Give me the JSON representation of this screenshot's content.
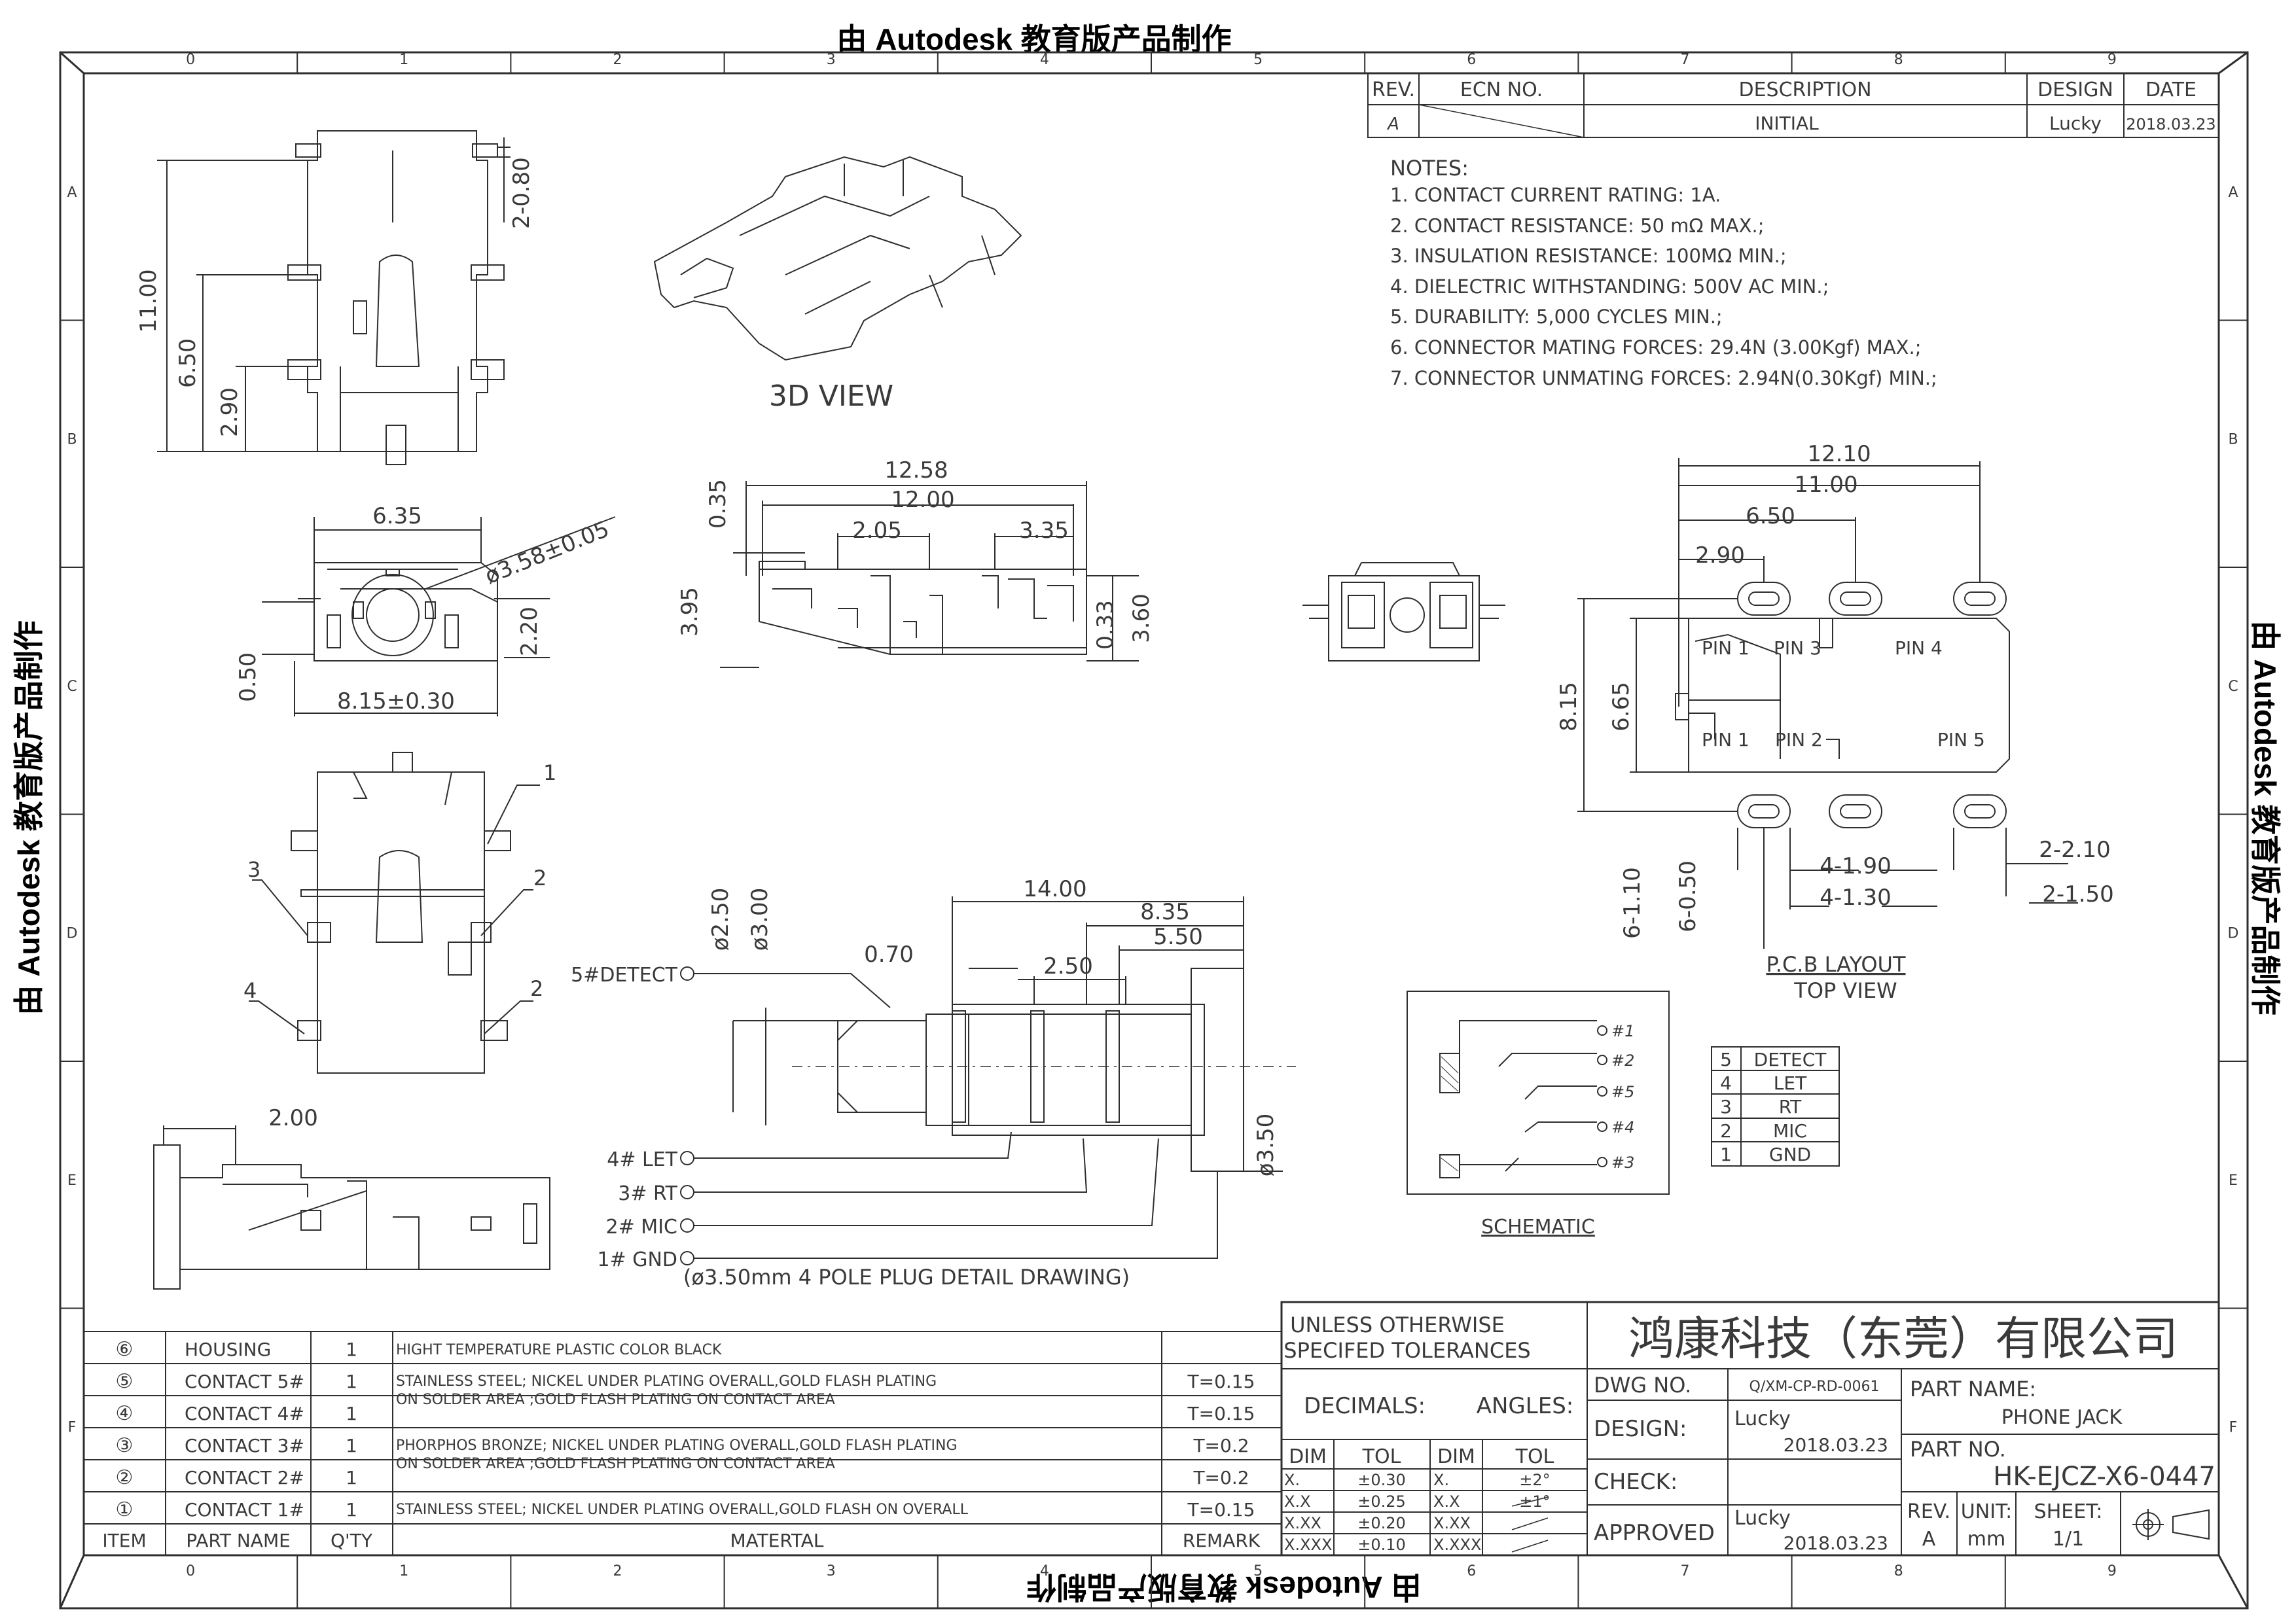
{
  "watermark": "由 Autodesk 教育版产品制作",
  "grid": {
    "cols": [
      "0",
      "1",
      "2",
      "3",
      "4",
      "5",
      "6",
      "7",
      "8",
      "9"
    ],
    "rows": [
      "A",
      "B",
      "C",
      "D",
      "E",
      "F"
    ]
  },
  "revision_table": {
    "headers": [
      "REV.",
      "ECN NO.",
      "DESCRIPTION",
      "DESIGN",
      "DATE"
    ],
    "row": [
      "A",
      "",
      "INITIAL",
      "Lucky",
      "2018.03.23"
    ]
  },
  "notes": {
    "title": "NOTES:",
    "items": [
      "1. CONTACT CURRENT RATING: 1A.",
      "2. CONTACT RESISTANCE: 50 mΩ MAX.;",
      "3. INSULATION RESISTANCE: 100MΩ MIN.;",
      "4. DIELECTRIC WITHSTANDING: 500V AC MIN.;",
      "5. DURABILITY: 5,000 CYCLES MIN.;",
      "6. CONNECTOR MATING FORCES: 29.4N (3.00Kgf) MAX.;",
      "7. CONNECTOR UNMATING FORCES: 2.94N(0.30Kgf) MIN.;"
    ]
  },
  "labels": {
    "view3d": "3D VIEW",
    "pcb_title": "P.C.B LAYOUT",
    "pcb_sub": "TOP VIEW",
    "schematic": "SCHEMATIC",
    "plug_caption": "(ø3.50mm 4 POLE PLUG DETAIL DRAWING)"
  },
  "dims_top": {
    "d1": "11.00",
    "d2": "6.50",
    "d3": "2.90",
    "d4": "2-0.80"
  },
  "dims_front": {
    "w": "6.35",
    "hole": "ø3.58±0.05",
    "h1": "0.50",
    "h2": "2.20",
    "w2": "8.15±0.30"
  },
  "dims_side": {
    "l1": "12.58",
    "l2": "12.00",
    "l3": "2.05",
    "l4": "3.35",
    "h1": "0.35",
    "h2": "3.95",
    "h3": "0.33",
    "h4": "3.60"
  },
  "pins_bottom": {
    "p1": "1",
    "p2": "2",
    "p3": "3",
    "p4": "4",
    "p5": "2"
  },
  "dims_bottom_side": {
    "d1": "2.00"
  },
  "plug": {
    "dims": {
      "l1": "14.00",
      "l2": "8.35",
      "l3": "5.50",
      "l4": "0.70",
      "l5": "2.50",
      "d1": "ø2.50",
      "d2": "ø3.00",
      "d3": "ø3.50"
    },
    "pins": [
      "5#DETECT",
      "4# LET",
      "3# RT",
      "2# MIC",
      "1# GND"
    ]
  },
  "pcb": {
    "dims": {
      "w1": "12.10",
      "w2": "11.00",
      "w3": "6.50",
      "w4": "2.90",
      "h1": "8.15",
      "h2": "6.65",
      "a": "6-1.10",
      "b": "6-0.50",
      "c": "4-1.90",
      "d": "4-1.30",
      "e": "2-2.10",
      "f": "2-1.50"
    },
    "pins": [
      "PIN 1",
      "PIN 3",
      "PIN 4",
      "PIN 1",
      "PIN 2",
      "PIN 5"
    ]
  },
  "schematic_pins": [
    "#1",
    "#2",
    "#5",
    "#4",
    "#3"
  ],
  "pin_table": [
    [
      "5",
      "DETECT"
    ],
    [
      "4",
      "LET"
    ],
    [
      "3",
      "RT"
    ],
    [
      "2",
      "MIC"
    ],
    [
      "1",
      "GND"
    ]
  ],
  "bom": {
    "rows": [
      [
        "⑥",
        "HOUSING",
        "1",
        "HIGHT TEMPERATURE PLASTIC   COLOR BLACK",
        ""
      ],
      [
        "⑤",
        "CONTACT 5#",
        "1",
        "",
        "T=0.15"
      ],
      [
        "④",
        "CONTACT 4#",
        "1",
        "",
        "T=0.15"
      ],
      [
        "③",
        "CONTACT 3#",
        "1",
        "",
        "T=0.2"
      ],
      [
        "②",
        "CONTACT 2#",
        "1",
        "",
        "T=0.2"
      ],
      [
        "①",
        "CONTACT 1#",
        "1",
        "STAINLESS STEEL; NICKEL UNDER PLATING OVERALL,GOLD FLASH ON OVERALL",
        "T=0.15"
      ]
    ],
    "mat_54a": "STAINLESS STEEL; NICKEL UNDER PLATING OVERALL,GOLD FLASH PLATING",
    "mat_54b": "ON SOLDER AREA ;GOLD FLASH PLATING ON CONTACT AREA",
    "mat_32a": "PHORPHOS BRONZE; NICKEL UNDER PLATING OVERALL,GOLD FLASH PLATING",
    "mat_32b": "ON SOLDER AREA ;GOLD FLASH PLATING ON CONTACT AREA",
    "header": [
      "ITEM",
      "PART NAME",
      "Q'TY",
      "MATERTAL",
      "REMARK"
    ]
  },
  "title_block": {
    "tol_title1": "UNLESS OTHERWISE",
    "tol_title2": "SPECIFED TOLERANCES",
    "company": "鸿康科技（东莞）有限公司",
    "decimals": "DECIMALS:",
    "angles": "ANGLES:",
    "tol_head": [
      "DIM",
      "TOL",
      "DIM",
      "TOL"
    ],
    "tol_rows": [
      [
        "X.",
        "±0.30",
        "X.",
        "±2°"
      ],
      [
        "X.X",
        "±0.25",
        "X.X",
        "±1°"
      ],
      [
        "X.XX",
        "±0.20",
        "X.XX",
        ""
      ],
      [
        "X.XXX",
        "±0.10",
        "X.XXX",
        ""
      ]
    ],
    "dwg_no_label": "DWG NO.",
    "dwg_no": "Q/XM-CP-RD-0061",
    "design_label": "DESIGN:",
    "design_by": "Lucky",
    "design_date": "2018.03.23",
    "check_label": "CHECK:",
    "approved_label": "APPROVED",
    "approved_by": "Lucky",
    "approved_date": "2018.03.23",
    "part_name_label": "PART NAME:",
    "part_name": "PHONE JACK",
    "part_no_label": "PART NO.",
    "part_no": "HK-EJCZ-X6-0447",
    "rev_label": "REV.",
    "rev": "A",
    "unit_label": "UNIT:",
    "unit": "mm",
    "sheet_label": "SHEET:",
    "sheet": "1/1"
  }
}
